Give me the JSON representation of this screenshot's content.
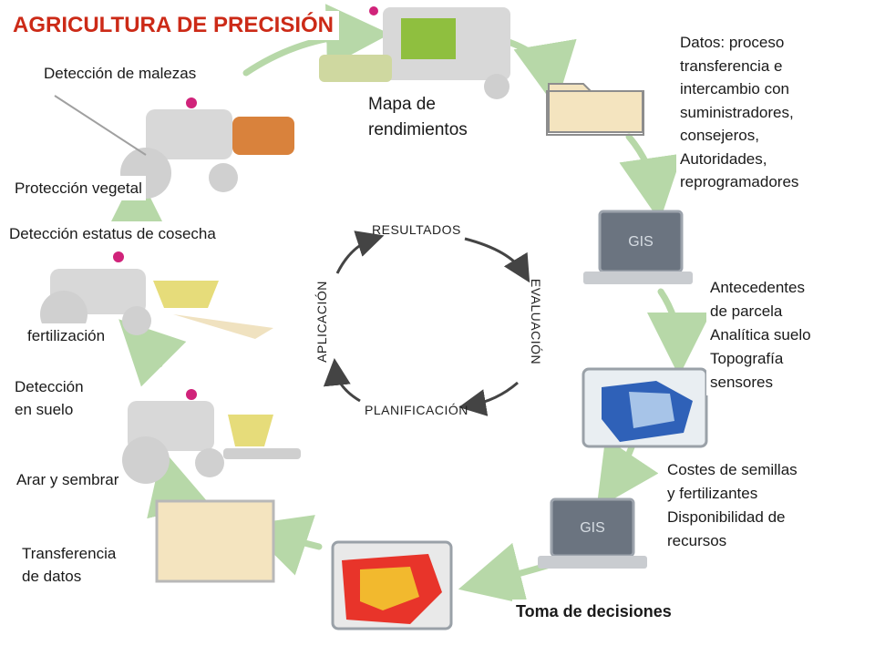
{
  "title": "AGRICULTURA DE PRECISIÓN",
  "labels": {
    "malezas": "Detección de malezas",
    "mapa": "Mapa de\nrendimientos",
    "datos": "Datos: proceso\ntransferencia e\nintercambio con\nsuministradores,\nconsejeros,\nAutoridades,\nreprogramadores",
    "proteccion": "Protección vegetal",
    "estatus": "Detección estatus de cosecha",
    "antecedentes": "Antecedentes\nde parcela\nAnalítica suelo\nTopografía\nsensores",
    "fertilizacion": "fertilización",
    "suelo": "Detección\nen suelo",
    "arar": "Arar y sembrar",
    "costes": "Costes de semillas\ny fertilizantes\nDisponibilidad de\nrecursos",
    "transferencia": "Transferencia\nde datos",
    "toma": "Toma de decisiones"
  },
  "cycle": {
    "top": "RESULTADOS",
    "right": "EVALUACIÓN",
    "bottom": "PLANIFICACIÓN",
    "left": "APLICACIÓN"
  },
  "icons": {
    "laptop1": "GIS",
    "laptop2": "GIS"
  },
  "colors": {
    "title": "#cc2a17",
    "arrow": "#b7d8a8",
    "machine": "#d8d8d8",
    "accent_orange": "#d9823c",
    "accent_yellow": "#e6dc7a",
    "folder": "#f4e4bf",
    "map_blue": "#2f61b8",
    "map_red": "#e8342a"
  }
}
